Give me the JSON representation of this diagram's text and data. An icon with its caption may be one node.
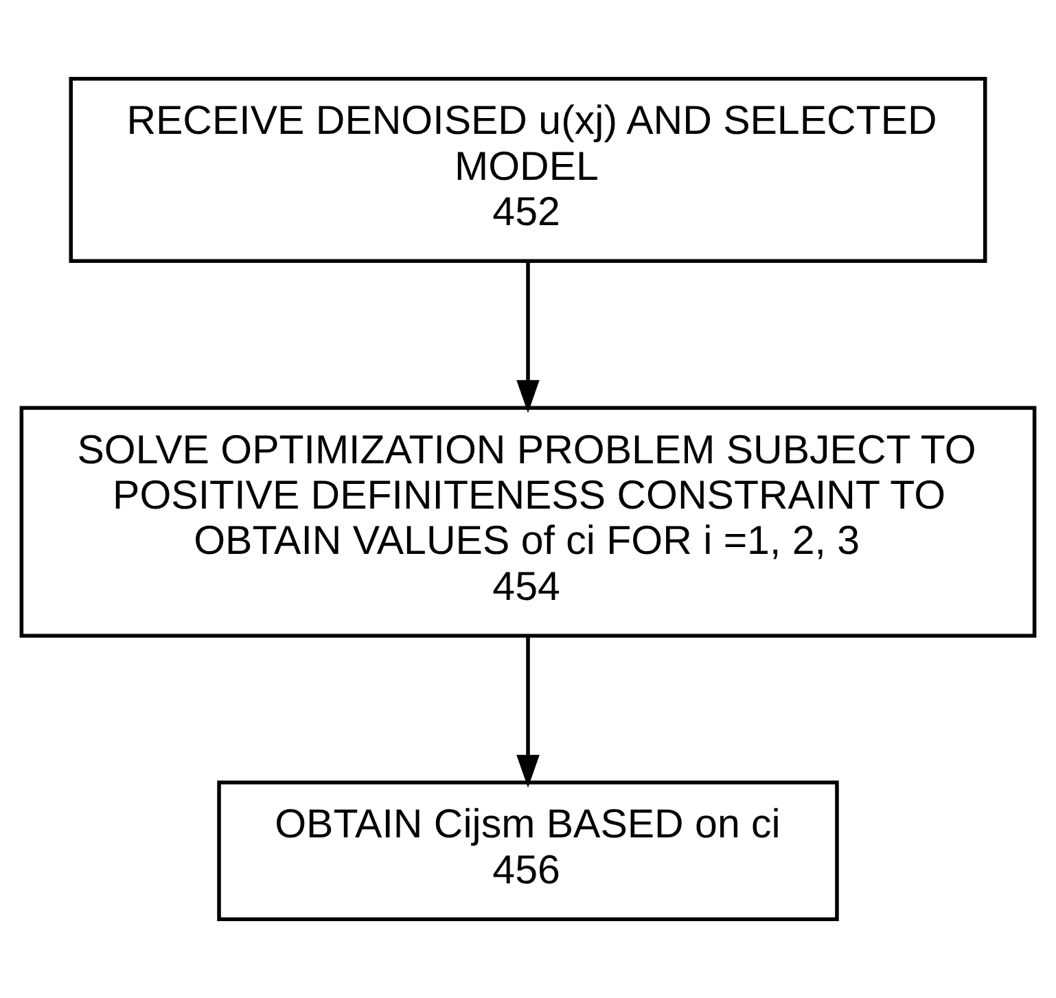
{
  "diagram": {
    "nodes": [
      {
        "text": [
          "RECEIVE DENOISED u(xj) AND SELECTED MODEL",
          "452"
        ]
      },
      {
        "text": [
          "SOLVE OPTIMIZATION PROBLEM SUBJECT TO POSITIVE DEFINITENESS CONSTRAINT TO OBTAIN VALUES of ci FOR i =1, 2, 3",
          "454"
        ]
      },
      {
        "text": [
          "OBTAIN Cijsm BASED on ci",
          "456"
        ]
      }
    ],
    "edges": [
      {
        "from": 0,
        "to": 1,
        "arrow": "to"
      },
      {
        "from": 1,
        "to": 2,
        "arrow": "to"
      }
    ]
  }
}
